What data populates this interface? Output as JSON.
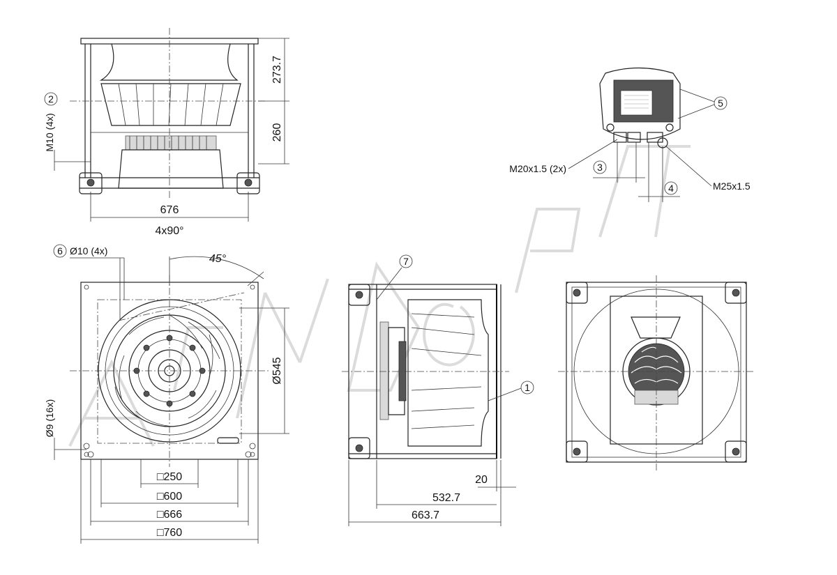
{
  "dimensions": {
    "height_top": "273.7",
    "height_bottom": "260",
    "width_front": "676",
    "angle_pitch": "4x90°",
    "angle_45": "45°",
    "dia_545": "Ø545",
    "square_250": "□250",
    "square_600": "□600",
    "square_666": "□666",
    "square_760": "□760",
    "depth_20": "20",
    "depth_532": "532.7",
    "depth_663": "663.7"
  },
  "callouts": {
    "c1": "1",
    "c2": "2",
    "c3": "3",
    "c4": "4",
    "c5": "5",
    "c6": "6",
    "c7": "7"
  },
  "labels": {
    "m10": "M10 (4x)",
    "hole10": "Ø10 (4x)",
    "hole9": "Ø9 (16x)",
    "m20": "M20x1.5 (2x)",
    "m25": "M25x1.5"
  }
}
